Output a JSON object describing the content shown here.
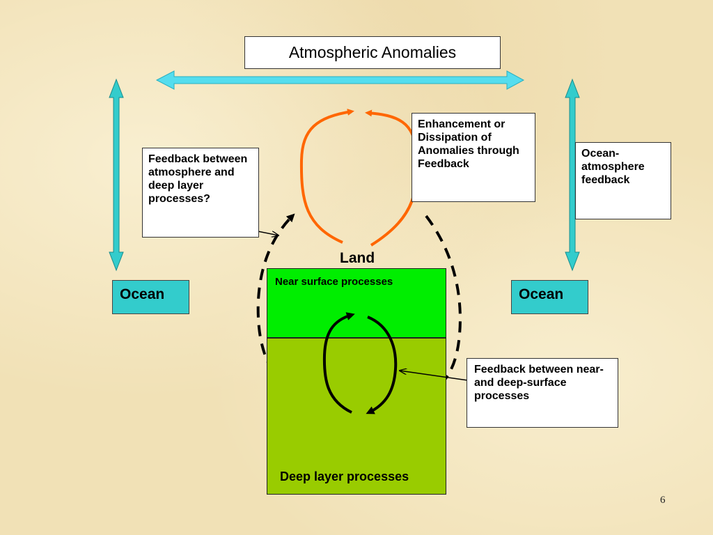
{
  "title": "Atmospheric Anomalies",
  "notes": {
    "left": "Feedback between atmosphere and deep layer processes?",
    "enhancement": "Enhancement or Dissipation of Anomalies through Feedback",
    "ocean_atmosphere": "Ocean-atmosphere feedback",
    "near_deep": "Feedback between near- and deep-surface processes"
  },
  "ocean_left": "Ocean",
  "ocean_right": "Ocean",
  "land": "Land",
  "near_surface": "Near surface processes",
  "deep_layer": "Deep layer processes",
  "page_number": "6",
  "colors": {
    "cyan_arrow": "#33cccc",
    "orange_arrow": "#ff6600",
    "near_surface_fill": "#00ee00",
    "deep_layer_fill": "#99cc00",
    "background": "#f1e1b6"
  }
}
